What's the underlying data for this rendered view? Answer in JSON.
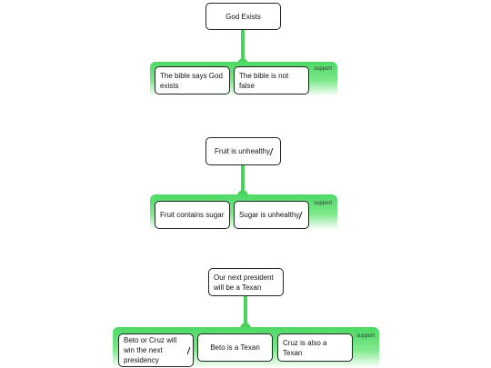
{
  "arguments": [
    {
      "claim": "God Exists",
      "relation": "support",
      "premises": [
        "The bible says God exists",
        "The bible is not false"
      ]
    },
    {
      "claim": "Fruit is unhealthy",
      "relation": "support",
      "premises": [
        "Fruit contains sugar",
        "Sugar is unhealthy"
      ]
    },
    {
      "claim": "Our next president will be a Texan",
      "relation": "support",
      "premises": [
        "Beto or Cruz will win the next presidency",
        "Beto is a Texan",
        "Cruz is also a Texan"
      ]
    }
  ],
  "colors": {
    "support_fill": "#4cd964",
    "border": "#222222"
  }
}
